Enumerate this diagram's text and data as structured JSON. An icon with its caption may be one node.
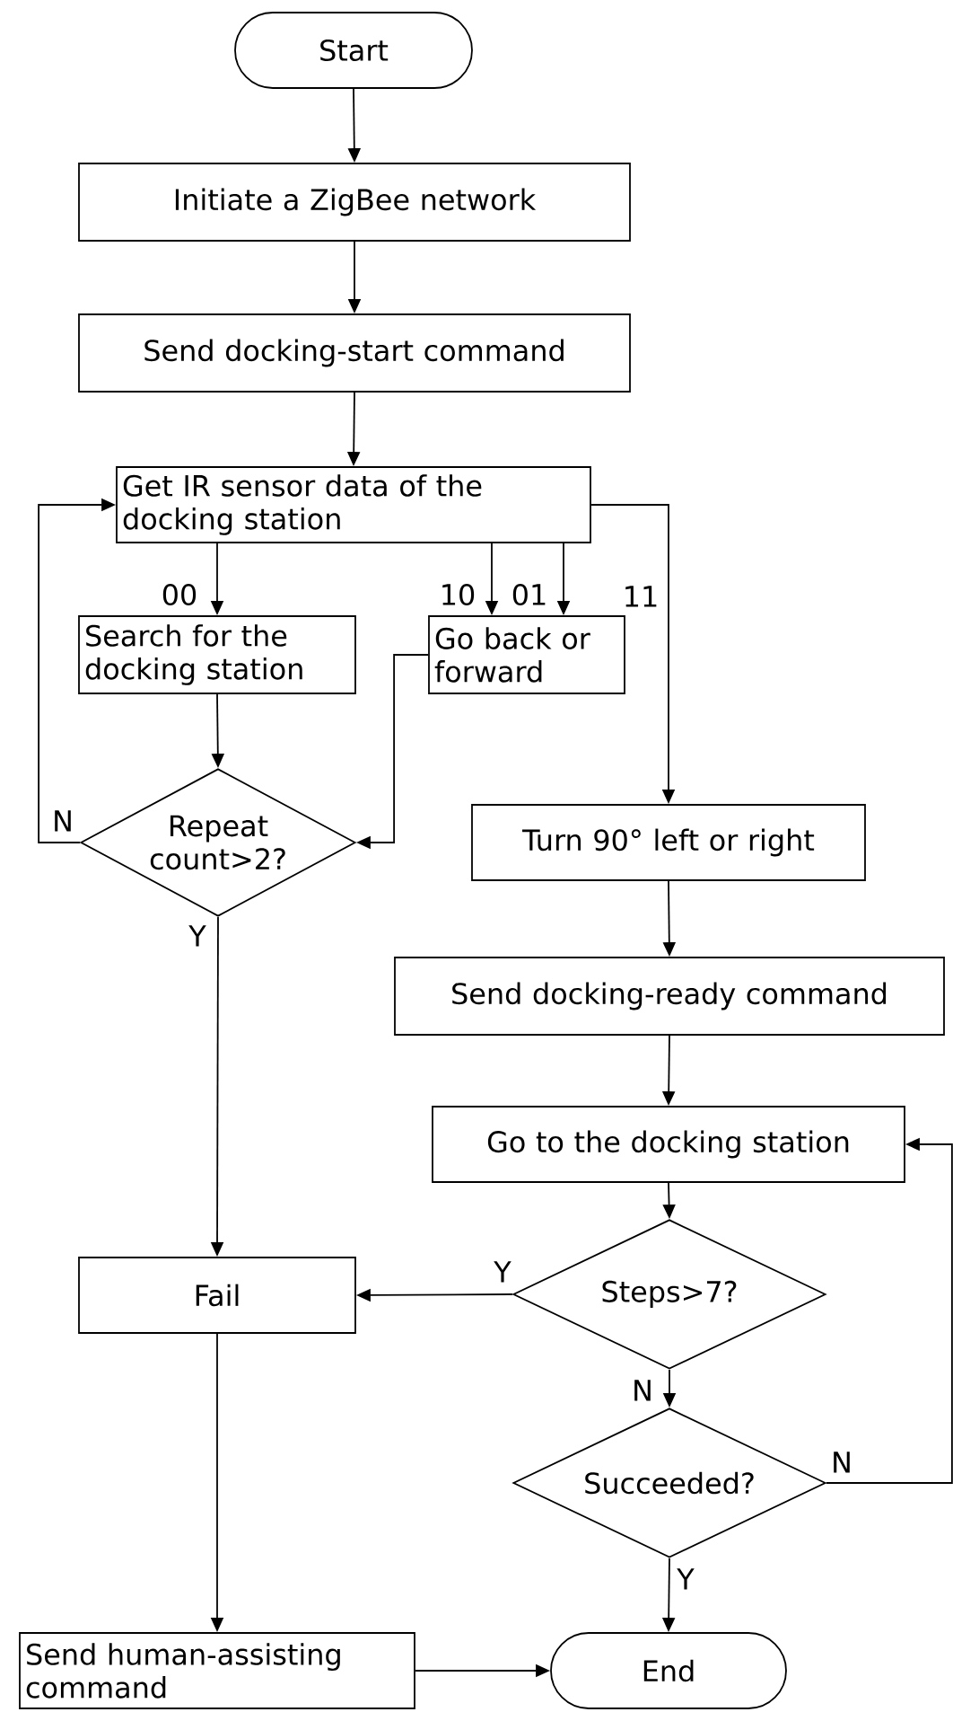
{
  "diagram": {
    "nodes": [
      {
        "text": [
          "Start"
        ]
      },
      {
        "text": [
          "Initiate a ZigBee network"
        ]
      },
      {
        "text": [
          "Send docking-start command"
        ]
      },
      {
        "text": [
          "Get IR sensor data of the docking station"
        ]
      },
      {
        "text": [
          "Search for the docking station"
        ]
      },
      {
        "text": [
          "Go back or forward"
        ]
      },
      {
        "text": [
          "Repeat count>2?"
        ]
      },
      {
        "text": [
          "Turn 90° left or right"
        ]
      },
      {
        "text": [
          "Send docking-ready command"
        ]
      },
      {
        "text": [
          "Go to the docking station"
        ]
      },
      {
        "text": [
          "Steps>7?"
        ]
      },
      {
        "text": [
          "Fail"
        ]
      },
      {
        "text": [
          "Succeeded?"
        ]
      },
      {
        "text": [
          "Send human-assisting command"
        ]
      },
      {
        "text": [
          "End"
        ]
      }
    ],
    "edges": [
      {
        "from": 0,
        "to": 1,
        "arrow": "to"
      },
      {
        "from": 1,
        "to": 2,
        "arrow": "to"
      },
      {
        "from": 2,
        "to": 3,
        "arrow": "to"
      },
      {
        "from": 3,
        "to": 4,
        "arrow": "to",
        "label": "00"
      },
      {
        "from": 3,
        "to": 5,
        "arrow": "to",
        "label": "10"
      },
      {
        "from": 3,
        "to": 5,
        "arrow": "to",
        "label": "01"
      },
      {
        "from": 3,
        "to": 7,
        "arrow": "to",
        "label": "11"
      },
      {
        "from": 4,
        "to": 6,
        "arrow": "to"
      },
      {
        "from": 5,
        "to": 6,
        "arrow": "to"
      },
      {
        "from": 6,
        "to": 3,
        "arrow": "to",
        "label": "N"
      },
      {
        "from": 6,
        "to": 11,
        "arrow": "to",
        "label": "Y"
      },
      {
        "from": 7,
        "to": 8,
        "arrow": "to"
      },
      {
        "from": 8,
        "to": 9,
        "arrow": "to"
      },
      {
        "from": 9,
        "to": 10,
        "arrow": "to"
      },
      {
        "from": 10,
        "to": 11,
        "arrow": "to",
        "label": "Y"
      },
      {
        "from": 10,
        "to": 12,
        "arrow": "to",
        "label": "N"
      },
      {
        "from": 12,
        "to": 9,
        "arrow": "to",
        "label": "N"
      },
      {
        "from": 12,
        "to": 14,
        "arrow": "to",
        "label": "Y"
      },
      {
        "from": 11,
        "to": 13,
        "arrow": "to"
      },
      {
        "from": 13,
        "to": 14,
        "arrow": "to"
      }
    ]
  }
}
